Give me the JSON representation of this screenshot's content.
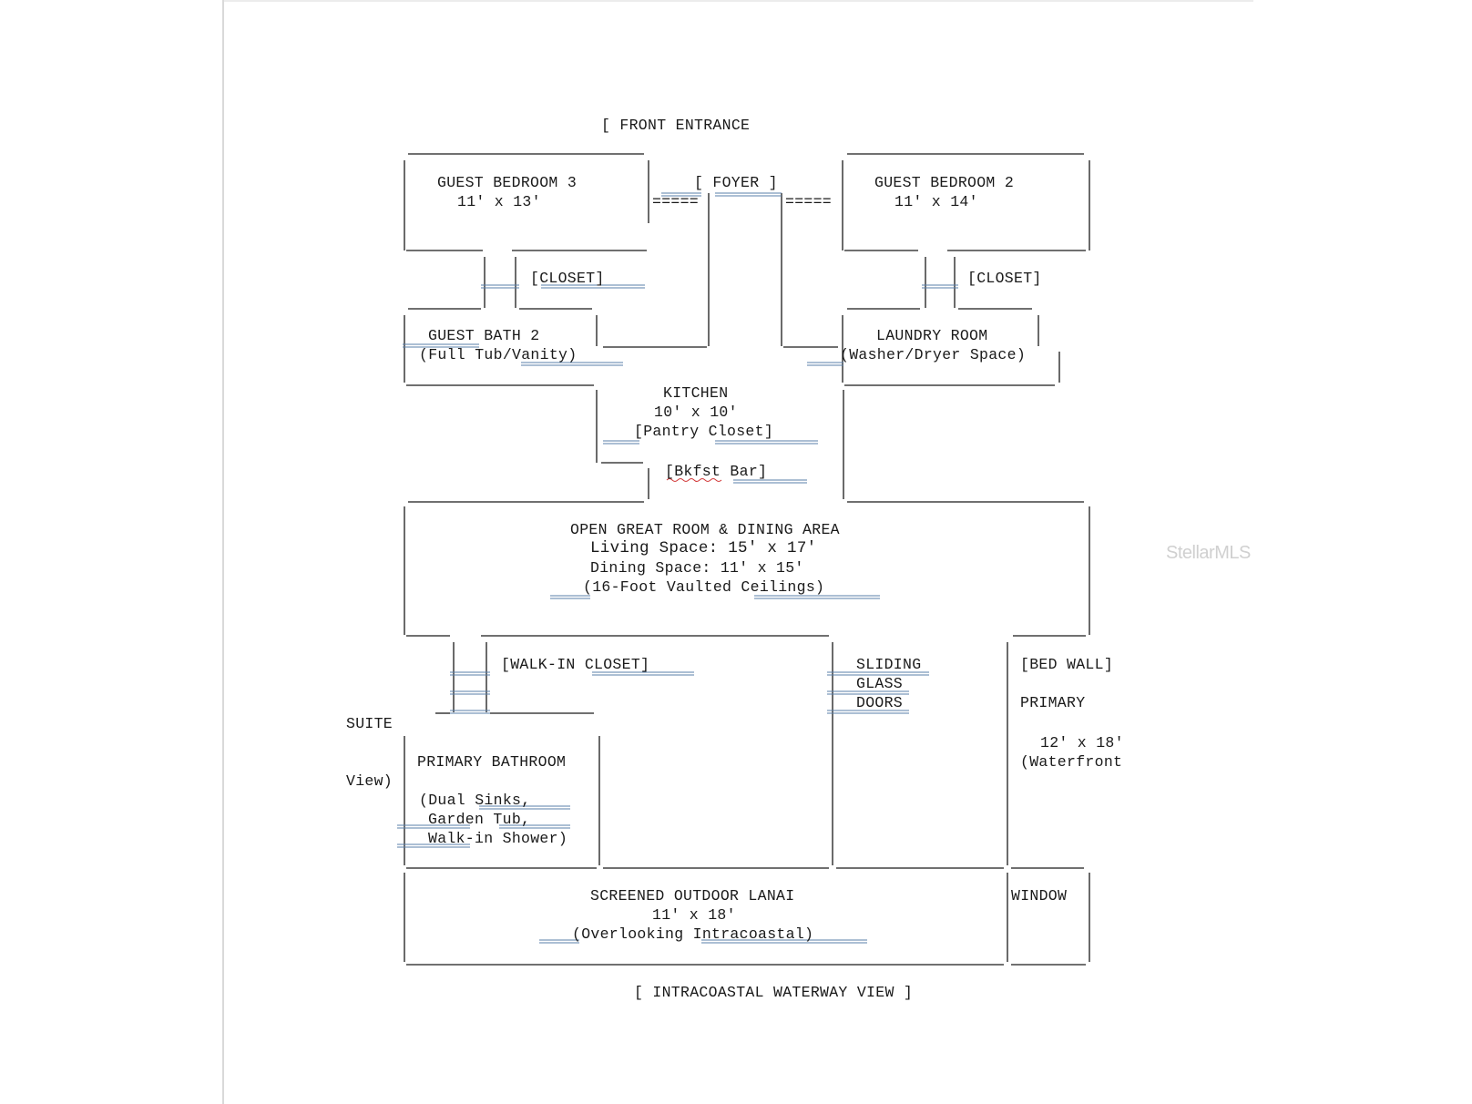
{
  "labels": {
    "front_entrance": "[ FRONT ENTRANCE",
    "guest_bed3_name": "GUEST BEDROOM 3",
    "guest_bed3_dim": "11' x 13'",
    "foyer": "[ FOYER ]",
    "guest_bed2_name": "GUEST BEDROOM 2",
    "guest_bed2_dim": "11' x 14'",
    "closet_left": "[CLOSET]",
    "closet_right": "[CLOSET]",
    "guest_bath2_name": "GUEST BATH 2",
    "guest_bath2_desc": "(Full Tub/Vanity)",
    "laundry_name": "LAUNDRY ROOM",
    "laundry_desc": "(Washer/Dryer Space)",
    "kitchen_name": "KITCHEN",
    "kitchen_dim": "10' x 10'",
    "pantry": "[Pantry Closet]",
    "bkfst_bar": "[Bkfst Bar]",
    "great_room_name": "OPEN GREAT ROOM & DINING AREA",
    "living_space": "Living Space: 15' x 17'",
    "dining_space": "Dining Space: 11' x 15'",
    "ceilings": "(16-Foot Vaulted Ceilings)",
    "walkin_closet": "[WALK-IN CLOSET]",
    "sliding": "SLIDING",
    "glass": "GLASS",
    "doors": "DOORS",
    "bed_wall": "[BED WALL]",
    "primary": "PRIMARY",
    "suite": "SUITE",
    "primary_dim": "12' x 18'",
    "waterfront": "(Waterfront",
    "view": "View)",
    "primary_bath_name": "PRIMARY BATHROOM",
    "dual_sinks": "(Dual Sinks,",
    "garden_tub": "Garden Tub,",
    "walkin_shower": "Walk-in Shower)",
    "lanai_name": "SCREENED OUTDOOR LANAI",
    "lanai_dim": "11' x 18'",
    "overlooking": "(Overlooking Intracoastal)",
    "window": "WINDOW",
    "intracoastal_view": "[ INTRACOASTAL WATERWAY VIEW ]",
    "equals_left": "=====",
    "equals_right": "====="
  },
  "watermark": "StellarMLS",
  "colors": {
    "text": "#1a1a1a",
    "double_underline": "#5a7fa8",
    "spell_squiggle": "#d23a3a"
  }
}
